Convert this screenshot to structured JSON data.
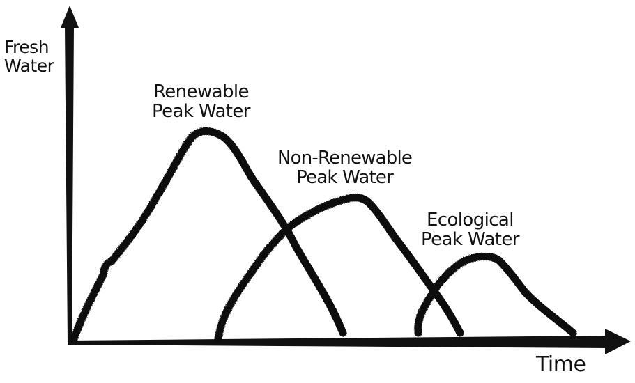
{
  "axes": {
    "y_label_line1": "Fresh",
    "y_label_line2": "Water",
    "x_label": "Time"
  },
  "curves": [
    {
      "label_line1": "Renewable",
      "label_line2": "Peak Water"
    },
    {
      "label_line1": "Non-Renewable",
      "label_line2": "Peak Water"
    },
    {
      "label_line1": "Ecological",
      "label_line2": "Peak Water"
    }
  ],
  "colors": {
    "ink": "#111111",
    "background": "#ffffff"
  }
}
